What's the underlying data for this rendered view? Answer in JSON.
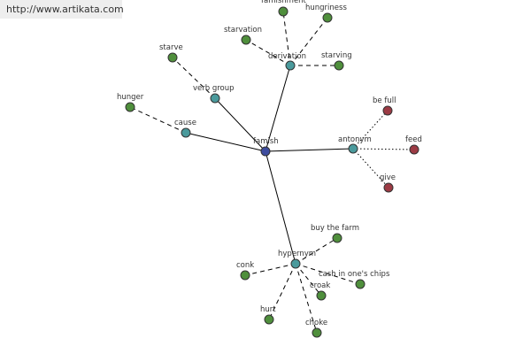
{
  "watermark": "http://www.artikata.com",
  "colors": {
    "root": "#3d4c9e",
    "relation": "#4a9a9c",
    "word": "#4f8f3c",
    "antonym": "#9c3b44"
  },
  "nodes": [
    {
      "id": "famish",
      "label": "famish",
      "kind": "root"
    },
    {
      "id": "derivation",
      "label": "derivation",
      "kind": "relation"
    },
    {
      "id": "verb-group",
      "label": "verb group",
      "kind": "relation"
    },
    {
      "id": "cause",
      "label": "cause",
      "kind": "relation"
    },
    {
      "id": "antonym",
      "label": "antonym",
      "kind": "relation"
    },
    {
      "id": "hypernym",
      "label": "hypernym",
      "kind": "relation"
    },
    {
      "id": "famishment",
      "label": "famishment",
      "kind": "word"
    },
    {
      "id": "hungriness",
      "label": "hungriness",
      "kind": "word"
    },
    {
      "id": "starvation",
      "label": "starvation",
      "kind": "word"
    },
    {
      "id": "starving",
      "label": "starving",
      "kind": "word"
    },
    {
      "id": "starve",
      "label": "starve",
      "kind": "word"
    },
    {
      "id": "hunger",
      "label": "hunger",
      "kind": "word"
    },
    {
      "id": "be-full",
      "label": "be full",
      "kind": "antonym"
    },
    {
      "id": "feed",
      "label": "feed",
      "kind": "antonym"
    },
    {
      "id": "give",
      "label": "give",
      "kind": "antonym"
    },
    {
      "id": "buy-the-farm",
      "label": "buy the farm",
      "kind": "word"
    },
    {
      "id": "conk",
      "label": "conk",
      "kind": "word"
    },
    {
      "id": "cash-in-ones-chips",
      "label": "cash in one's chips",
      "kind": "word"
    },
    {
      "id": "croak",
      "label": "croak",
      "kind": "word"
    },
    {
      "id": "hurt",
      "label": "hurt",
      "kind": "word"
    },
    {
      "id": "choke",
      "label": "choke",
      "kind": "word"
    }
  ],
  "edges": [
    {
      "from": "famish",
      "to": "derivation",
      "style": "solid"
    },
    {
      "from": "famish",
      "to": "verb-group",
      "style": "solid"
    },
    {
      "from": "famish",
      "to": "cause",
      "style": "solid"
    },
    {
      "from": "famish",
      "to": "antonym",
      "style": "solid"
    },
    {
      "from": "famish",
      "to": "hypernym",
      "style": "solid"
    },
    {
      "from": "derivation",
      "to": "famishment",
      "style": "dashed"
    },
    {
      "from": "derivation",
      "to": "hungriness",
      "style": "dashed"
    },
    {
      "from": "derivation",
      "to": "starvation",
      "style": "dashed"
    },
    {
      "from": "derivation",
      "to": "starving",
      "style": "dashed"
    },
    {
      "from": "verb-group",
      "to": "starve",
      "style": "dashed"
    },
    {
      "from": "cause",
      "to": "hunger",
      "style": "dashed"
    },
    {
      "from": "antonym",
      "to": "be-full",
      "style": "dotted"
    },
    {
      "from": "antonym",
      "to": "feed",
      "style": "dotted"
    },
    {
      "from": "antonym",
      "to": "give",
      "style": "dotted"
    },
    {
      "from": "hypernym",
      "to": "buy-the-farm",
      "style": "dashed"
    },
    {
      "from": "hypernym",
      "to": "conk",
      "style": "dashed"
    },
    {
      "from": "hypernym",
      "to": "cash-in-ones-chips",
      "style": "dashed"
    },
    {
      "from": "hypernym",
      "to": "croak",
      "style": "dashed"
    },
    {
      "from": "hypernym",
      "to": "hurt",
      "style": "dashed"
    },
    {
      "from": "hypernym",
      "to": "choke",
      "style": "dashed"
    }
  ]
}
